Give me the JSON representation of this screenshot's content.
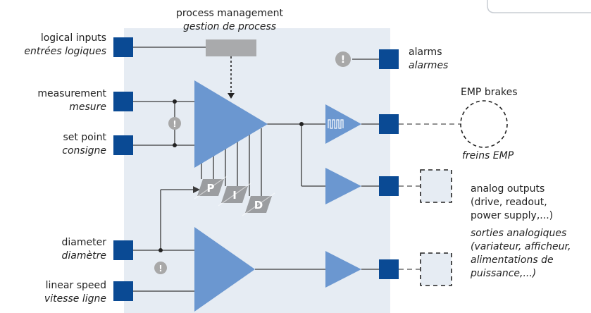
{
  "process": {
    "line1": "process management",
    "line2": "gestion de process"
  },
  "inputs": {
    "logical": {
      "en": "logical inputs",
      "fr": "entrées logiques"
    },
    "measurement": {
      "en": "measurement",
      "fr": "mesure"
    },
    "setpoint": {
      "en": "set point",
      "fr": "consigne"
    },
    "diameter": {
      "en": "diameter",
      "fr": "diamètre"
    },
    "speed": {
      "en": "linear speed",
      "fr": "vitesse ligne"
    }
  },
  "alarms": {
    "en": "alarms",
    "fr": "alarmes"
  },
  "brakes": {
    "en": "EMP brakes",
    "fr": "freins EMP"
  },
  "analog": {
    "en1": "analog outputs",
    "en2": "(drive, readout,",
    "en3": "power supply,...)",
    "fr1": "sorties analogiques",
    "fr2": "(variateur, afficheur,",
    "fr3": "alimentations de",
    "fr4": "puissance,...)"
  },
  "pid": {
    "p": "P",
    "i": "I",
    "d": "D"
  },
  "alarm_glyph": "!",
  "colors": {
    "background_panel": "#e6ecf3",
    "amp_blue": "#6b97d0",
    "terminal_blue": "#0a4a94",
    "line": "#3a3a3a",
    "grey_box": "#a9aaac",
    "pid_grey": "#9b9da0",
    "alarm_grey": "#a8a8a8",
    "dashed": "#6d6d6d"
  }
}
